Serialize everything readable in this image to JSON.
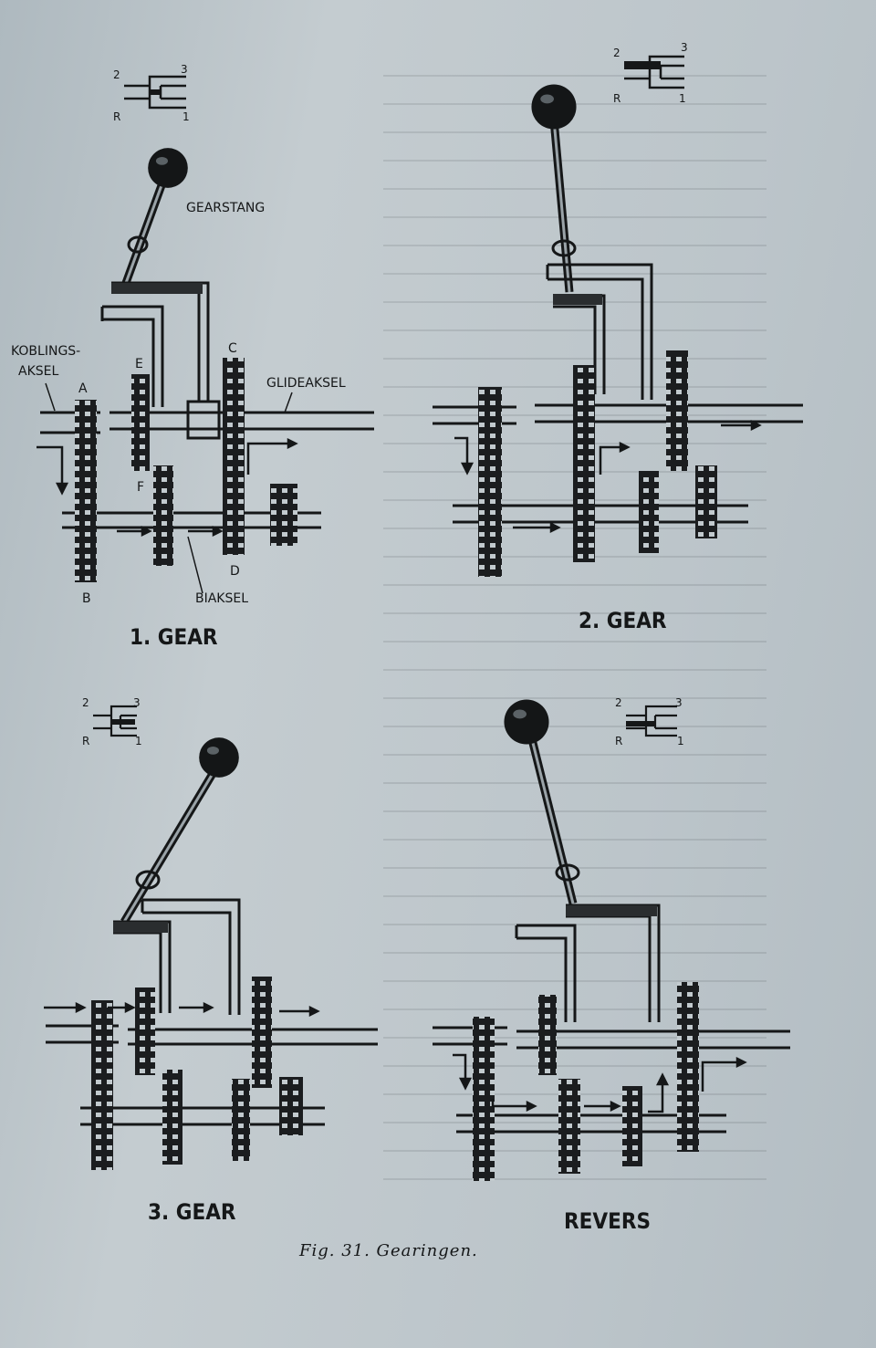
{
  "labels": {
    "gearstang": "GEARSTANG",
    "koblingsaksel_1": "KOBLINGS-",
    "koblingsaksel_2": "AKSEL",
    "glideaksel": "GLIDEAKSEL",
    "biaksel": "BIAKSEL",
    "a": "A",
    "b": "B",
    "c": "C",
    "d": "D",
    "e": "E",
    "f": "F"
  },
  "shift_pattern": {
    "p2": "2",
    "p3": "3",
    "pr": "R",
    "p1": "1"
  },
  "panels": [
    {
      "title": "1. GEAR"
    },
    {
      "title": "2. GEAR"
    },
    {
      "title": "3. GEAR"
    },
    {
      "title": "REVERS"
    }
  ],
  "caption": "Fig. 31. Gearingen."
}
